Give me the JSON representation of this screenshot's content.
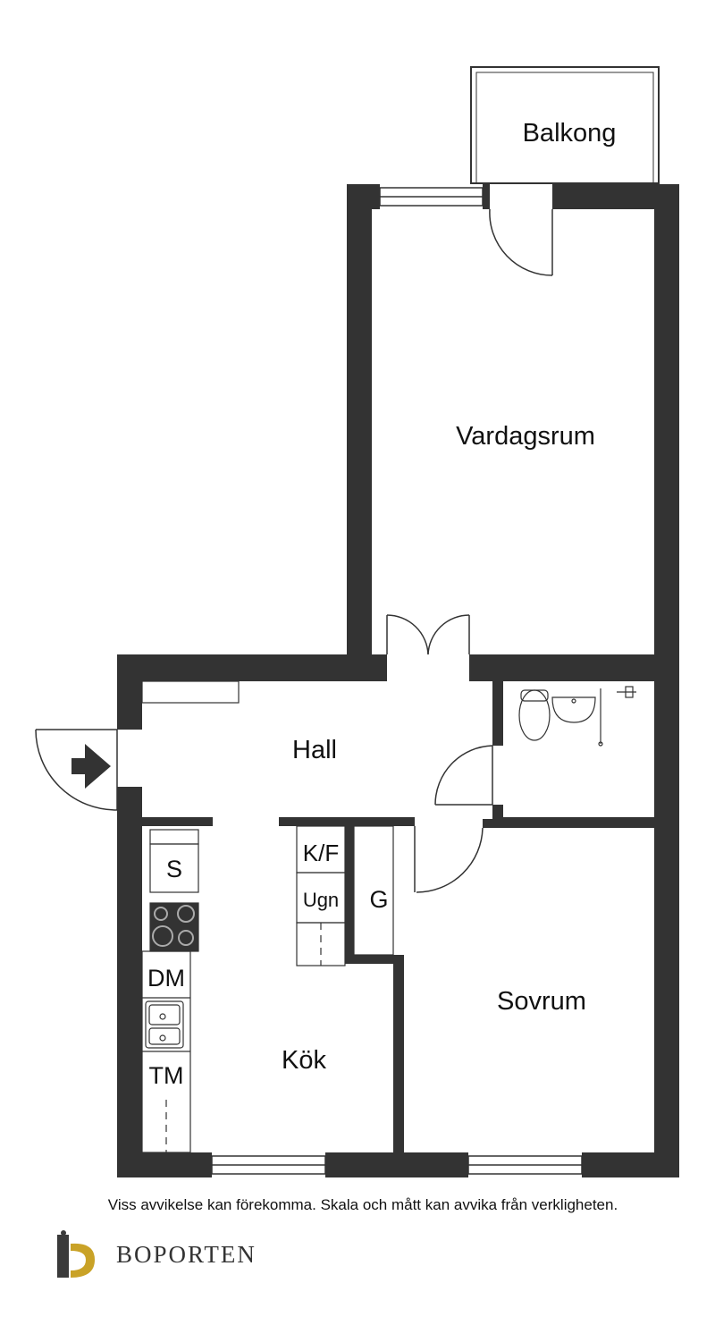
{
  "rooms": {
    "balcony": "Balkong",
    "living_room": "Vardagsrum",
    "hall": "Hall",
    "bedroom": "Sovrum",
    "kitchen": "Kök"
  },
  "fixtures": {
    "storage": "S",
    "fridge_freezer": "K/F",
    "oven": "Ugn",
    "wardrobe": "G",
    "dishwasher": "DM",
    "washing_machine": "TM"
  },
  "footer": {
    "disclaimer": "Viss avvikelse kan förekomma. Skala och mått kan avvika från verkligheten.",
    "brand": "BOPORTEN"
  },
  "colors": {
    "wall": "#333333",
    "brand_gold": "#C9A227",
    "brand_dark": "#3A3A3A"
  },
  "icons": {
    "entrance": "entrance-arrow-icon",
    "logo": "boporten-logo-icon"
  }
}
